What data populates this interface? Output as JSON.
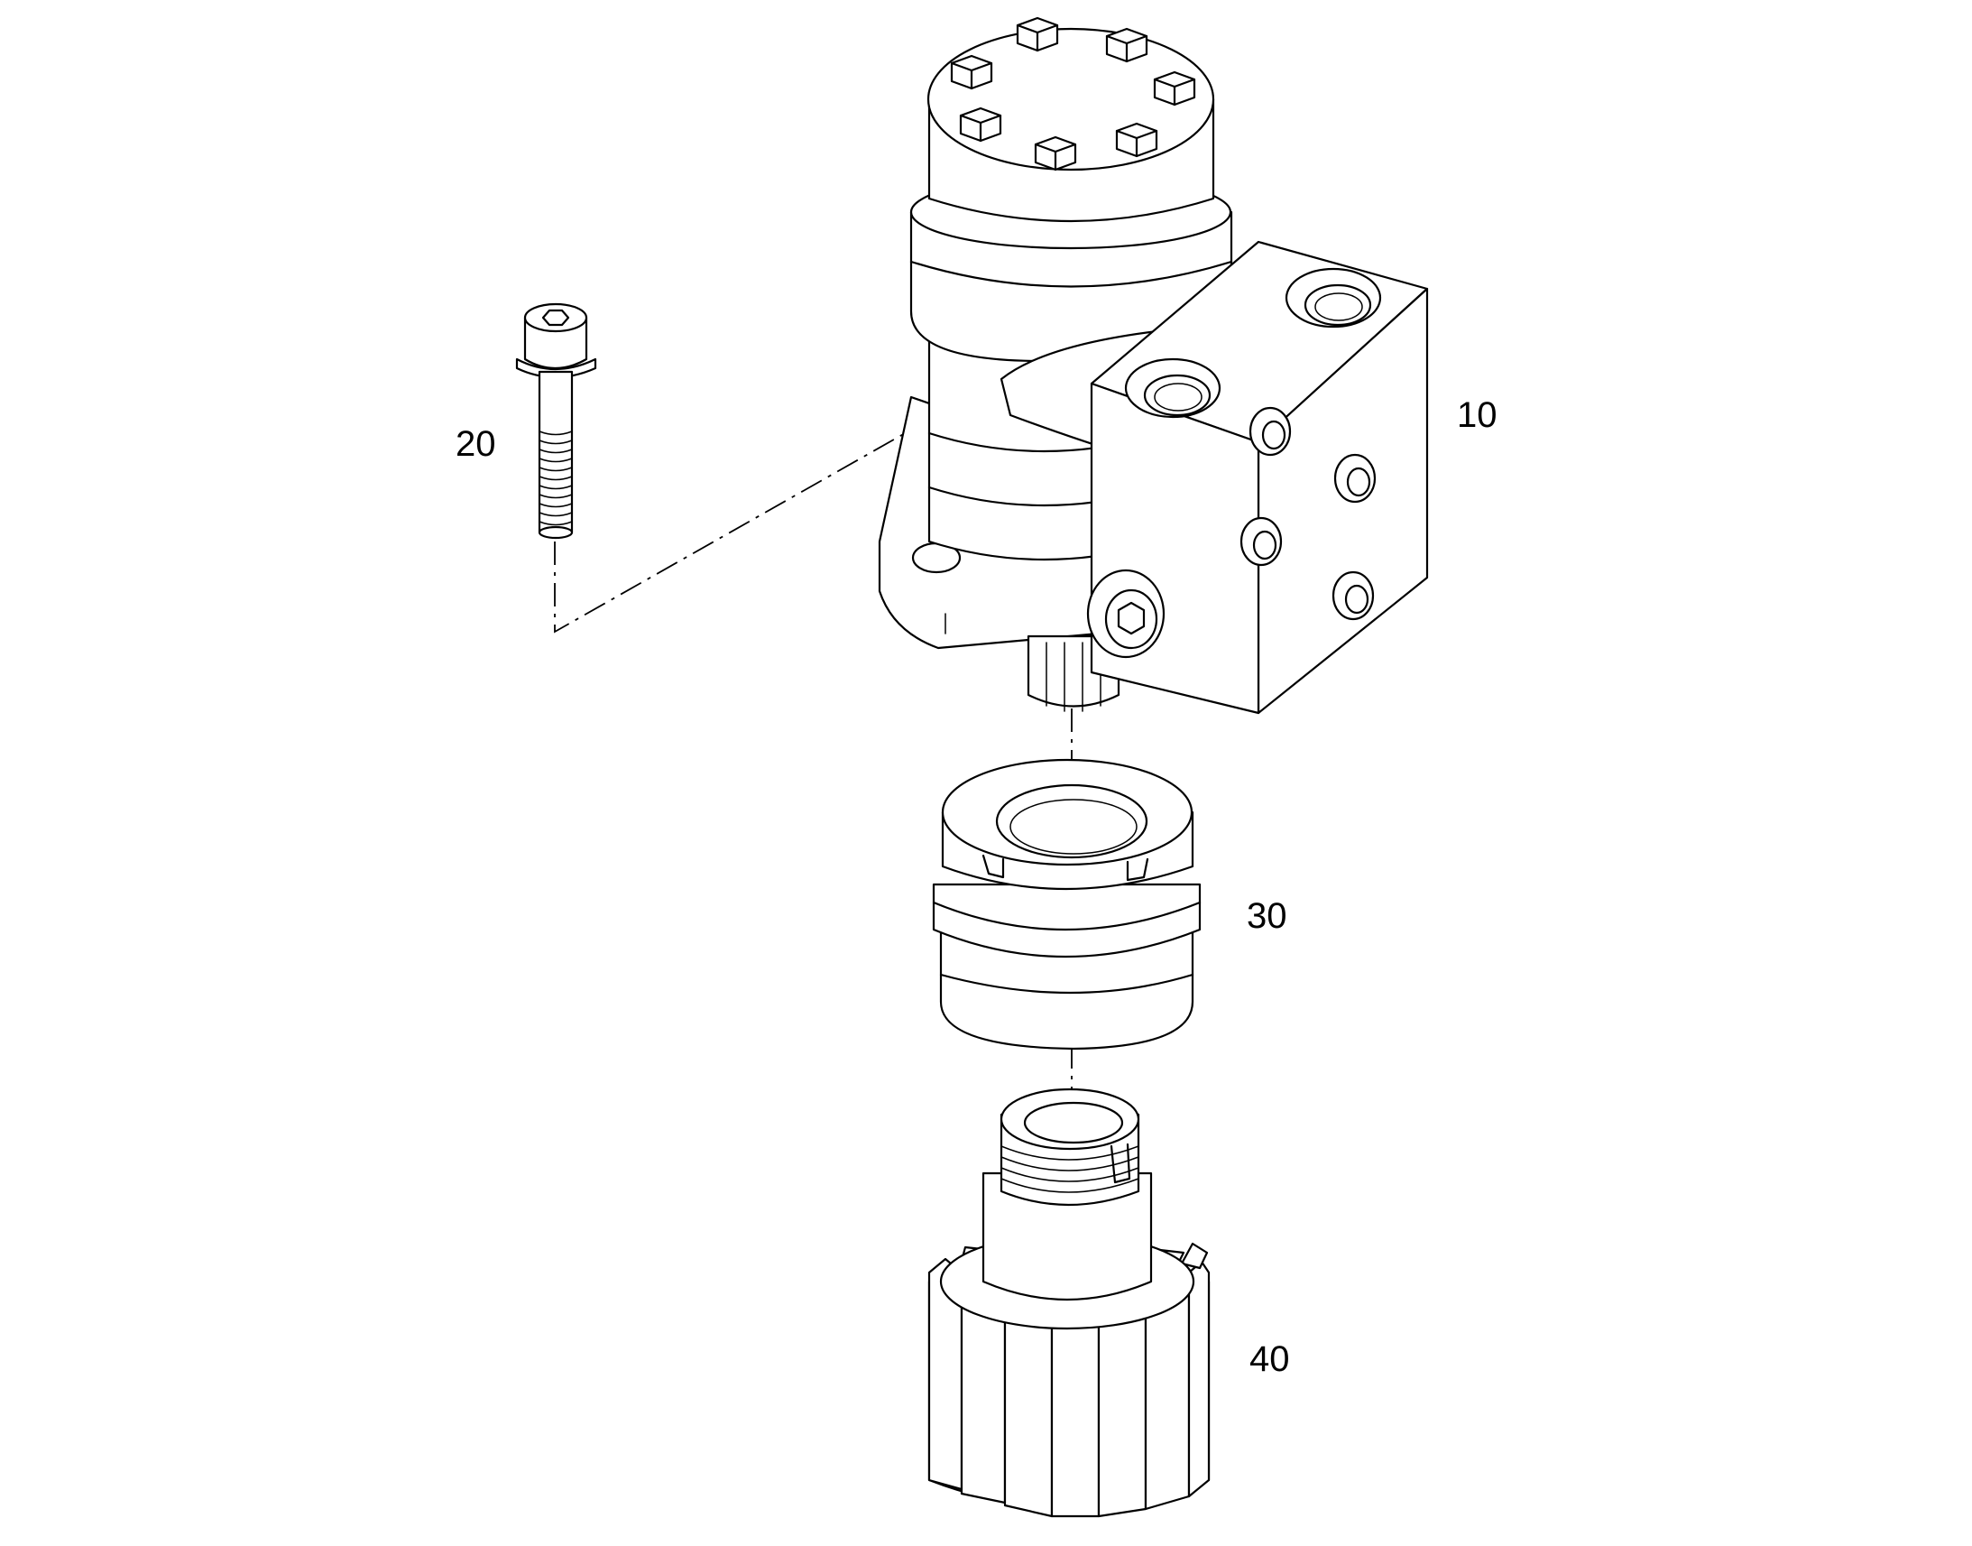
{
  "diagram": {
    "colors": {
      "line": "#000000",
      "background": "#ffffff"
    },
    "callouts": [
      {
        "id": "10",
        "label": "10"
      },
      {
        "id": "20",
        "label": "20"
      },
      {
        "id": "30",
        "label": "30"
      },
      {
        "id": "40",
        "label": "40"
      }
    ]
  }
}
